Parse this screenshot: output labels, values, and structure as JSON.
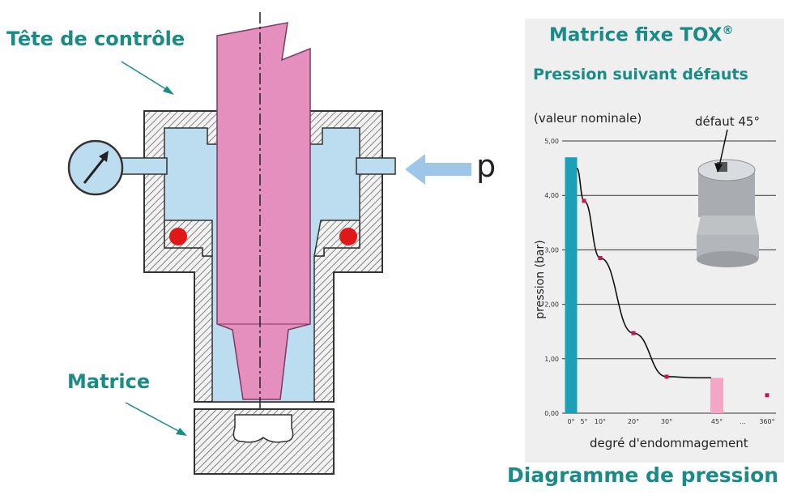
{
  "labels": {
    "head": "Tête de contrôle",
    "matrix": "Matrice",
    "pressure_symbol": "p"
  },
  "panel": {
    "title": "Matrice fixe TOX",
    "title_sup": "®",
    "subtitle": "Pression suivant défauts",
    "nominal": "(valeur nominale)",
    "defect": "défaut 45°",
    "bottom_title": "Diagramme de pression"
  },
  "colors": {
    "teal_text": "#1a8b86",
    "fluid_blue": "#bcdcf0",
    "piston_pink": "#e48fbd",
    "seal_red": "#e01818",
    "bar_cyan": "#1ba0b8",
    "bar_pink": "#f4a6c6",
    "point_magenta": "#c2185b",
    "arrow_blue": "#9dc7e8"
  },
  "chart_data": {
    "type": "line",
    "title": "",
    "xlabel": "degré d'endommagement",
    "ylabel": "pression (bar)",
    "ylim": [
      0,
      5
    ],
    "y_ticks": [
      "0,00",
      "1,00",
      "2,00",
      "3,00",
      "4,00",
      "5,00"
    ],
    "x_ticks": [
      "0°",
      "5°",
      "10°",
      "20°",
      "30°",
      "45°",
      "...",
      "360°"
    ],
    "bars": [
      {
        "x": "0°",
        "value": 4.7,
        "color": "#1ba0b8"
      },
      {
        "x": "45°",
        "value": 0.65,
        "color": "#f4a6c6"
      }
    ],
    "points": [
      {
        "x": "5°",
        "y": 3.9
      },
      {
        "x": "10°",
        "y": 2.85
      },
      {
        "x": "20°",
        "y": 1.47
      },
      {
        "x": "30°",
        "y": 0.67
      },
      {
        "x": "360°",
        "y": 0.33
      }
    ]
  }
}
